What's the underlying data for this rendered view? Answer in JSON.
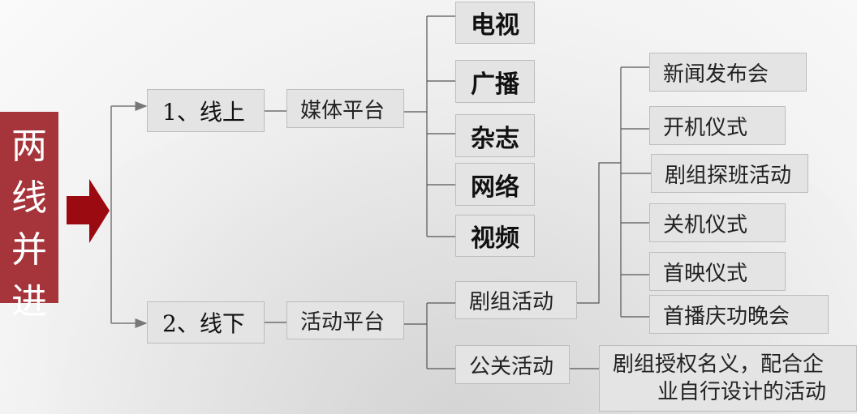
{
  "title_chars": [
    "两",
    "线",
    "并",
    "进"
  ],
  "branches": [
    {
      "label": "1、线上",
      "platform": "媒体平台",
      "items": [
        "电视",
        "广播",
        "杂志",
        "网络",
        "视频"
      ]
    },
    {
      "label": "2、线下",
      "platform": "活动平台",
      "crew_activity": {
        "label": "剧组活动",
        "items": [
          "新闻发布会",
          "开机仪式",
          "剧组探班活动",
          "关机仪式",
          "首映仪式",
          "首播庆功晚会"
        ]
      },
      "pr_activity": {
        "label": "公关活动",
        "description_line1": "剧组授权名义，配合企",
        "description_line2": "业自行设计的活动"
      }
    }
  ],
  "colors": {
    "title_bg": "#a5353a",
    "arrow": "#9b0a10",
    "box_bg": "#e4e4e4"
  }
}
